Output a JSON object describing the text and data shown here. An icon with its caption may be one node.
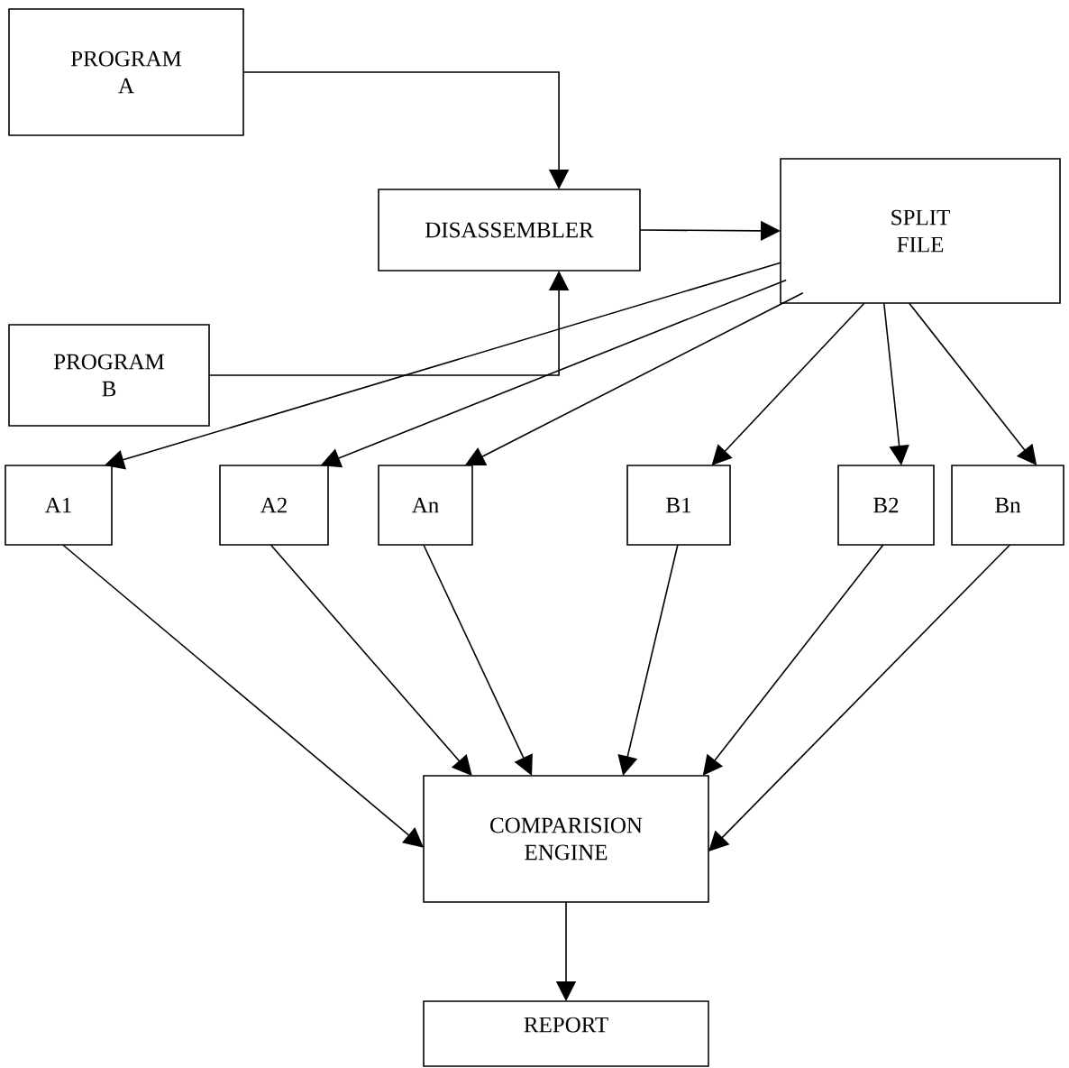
{
  "diagram": {
    "nodes": [
      {
        "text": [
          "PROGRAM A"
        ]
      },
      {
        "text": [
          "DISASSEMBLER"
        ]
      },
      {
        "text": [
          "PROGRAM B"
        ]
      },
      {
        "text": [
          "SPLIT FILE"
        ]
      },
      {
        "text": [
          "A1"
        ]
      },
      {
        "text": [
          "A2"
        ]
      },
      {
        "text": [
          "An"
        ]
      },
      {
        "text": [
          "B1"
        ]
      },
      {
        "text": [
          "B2"
        ]
      },
      {
        "text": [
          "Bn"
        ]
      },
      {
        "text": [
          "COMPARISION ENGINE"
        ]
      },
      {
        "text": [
          "REPORT"
        ]
      }
    ],
    "edges": [
      {
        "from": 0,
        "to": 1,
        "arrow": "to"
      },
      {
        "from": 2,
        "to": 1,
        "arrow": "to"
      },
      {
        "from": 1,
        "to": 3,
        "arrow": "to"
      },
      {
        "from": 3,
        "to": 4,
        "arrow": "to"
      },
      {
        "from": 3,
        "to": 5,
        "arrow": "to"
      },
      {
        "from": 3,
        "to": 6,
        "arrow": "to"
      },
      {
        "from": 3,
        "to": 7,
        "arrow": "to"
      },
      {
        "from": 3,
        "to": 8,
        "arrow": "to"
      },
      {
        "from": 3,
        "to": 9,
        "arrow": "to"
      },
      {
        "from": 4,
        "to": 10,
        "arrow": "to"
      },
      {
        "from": 5,
        "to": 10,
        "arrow": "to"
      },
      {
        "from": 6,
        "to": 10,
        "arrow": "to"
      },
      {
        "from": 7,
        "to": 10,
        "arrow": "to"
      },
      {
        "from": 8,
        "to": 10,
        "arrow": "to"
      },
      {
        "from": 9,
        "to": 10,
        "arrow": "to"
      },
      {
        "from": 10,
        "to": 11,
        "arrow": "to"
      }
    ]
  }
}
